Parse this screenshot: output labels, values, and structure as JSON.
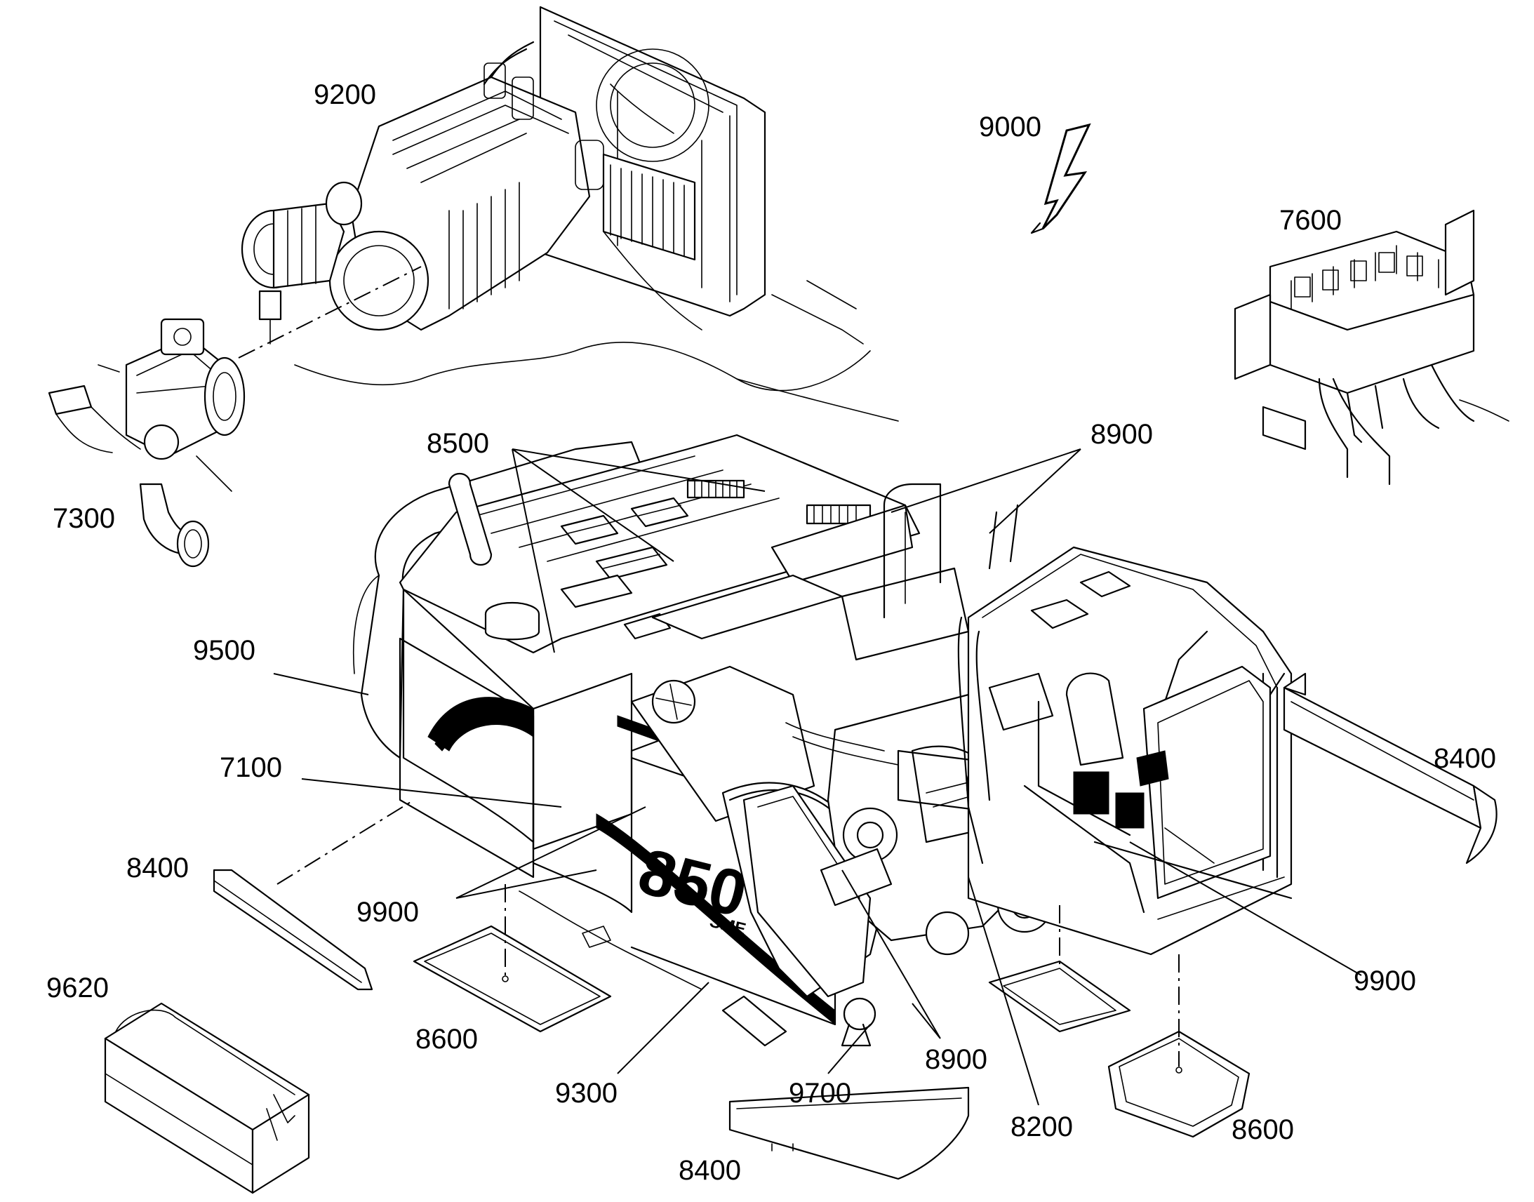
{
  "callouts": {
    "c9200": "9200",
    "c9000": "9000",
    "c7600": "7600",
    "c7300": "7300",
    "c8500": "8500",
    "c8900_top": "8900",
    "c9500": "9500",
    "c8400_right": "8400",
    "c7100": "7100",
    "c8400_left": "8400",
    "c9900_left": "9900",
    "c9900_right": "9900",
    "c9620": "9620",
    "c8600_left": "8600",
    "c8900_bottom": "8900",
    "c9300": "9300",
    "c9700": "9700",
    "c8200": "8200",
    "c8600_right": "8600",
    "c8400_bottom": "8400"
  },
  "machine_badge": {
    "model": "850",
    "variant": "SME"
  },
  "icons": {
    "electrical_symbol": "lightning-bolt-icon"
  }
}
